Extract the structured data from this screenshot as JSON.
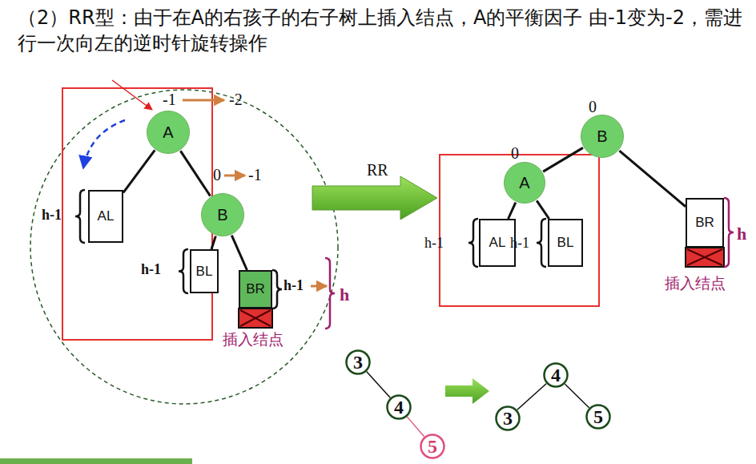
{
  "diagram": {
    "title": "（2）RR型：由于在A的右孩子的右子树上插入结点，A的平衡因子 由-1变为-2，需进行一次向左的逆时针旋转操作",
    "nodes": [
      {
        "text": [
          "A"
        ]
      },
      {
        "text": [
          "AL"
        ]
      },
      {
        "text": [
          "B"
        ]
      },
      {
        "text": [
          "BL"
        ]
      },
      {
        "text": [
          "BR"
        ]
      },
      {
        "text": [
          "B"
        ]
      },
      {
        "text": [
          "A"
        ]
      },
      {
        "text": [
          "AL"
        ]
      },
      {
        "text": [
          "BL"
        ]
      },
      {
        "text": [
          "BR"
        ]
      },
      {
        "text": [
          "3"
        ]
      },
      {
        "text": [
          "4"
        ]
      },
      {
        "text": [
          "5"
        ]
      },
      {
        "text": [
          "4"
        ]
      },
      {
        "text": [
          "3"
        ]
      },
      {
        "text": [
          "5"
        ]
      }
    ],
    "edges": [
      {
        "from": 0,
        "to": 2,
        "arrow": "none"
      },
      {
        "from": 0,
        "to": 1,
        "arrow": "none"
      },
      {
        "from": 2,
        "to": 3,
        "arrow": "none"
      },
      {
        "from": 2,
        "to": 4,
        "arrow": "none"
      },
      {
        "from": 5,
        "to": 6,
        "arrow": "none"
      },
      {
        "from": 5,
        "to": 9,
        "arrow": "none"
      },
      {
        "from": 6,
        "to": 7,
        "arrow": "none"
      },
      {
        "from": 6,
        "to": 8,
        "arrow": "none"
      },
      {
        "from": 10,
        "to": 11,
        "arrow": "none"
      },
      {
        "from": 11,
        "to": 12,
        "arrow": "none"
      },
      {
        "from": 13,
        "to": 14,
        "arrow": "none"
      },
      {
        "from": 13,
        "to": 15,
        "arrow": "none"
      }
    ],
    "labels": [
      "-1",
      "-2",
      "0",
      "-1",
      "h-1",
      "h-1",
      "h-1",
      "h",
      "插入结点",
      "RR",
      "0",
      "0",
      "h-1",
      "h-1",
      "h",
      "插入结点"
    ]
  }
}
